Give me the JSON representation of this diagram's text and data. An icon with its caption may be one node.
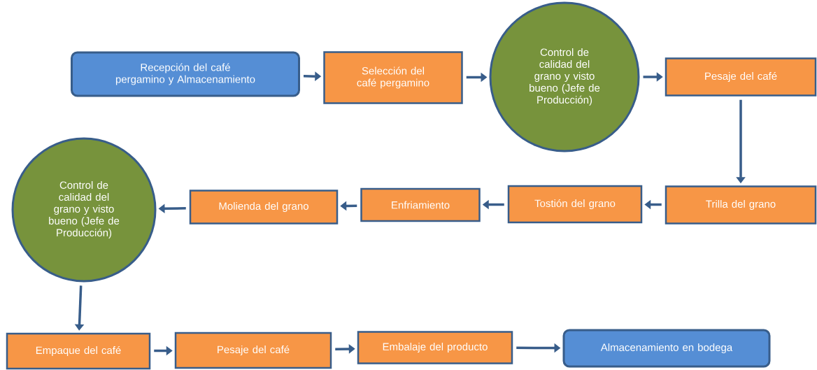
{
  "diagram": {
    "nodes": [
      {
        "text": [
          "Recepción del café pergamino y Almacenamiento"
        ]
      },
      {
        "text": [
          "Selección del café pergamino"
        ]
      },
      {
        "text": [
          "Control de calidad del grano y visto bueno (Jefe de Producción)"
        ]
      },
      {
        "text": [
          "Pesaje del café"
        ]
      },
      {
        "text": [
          "Trilla del grano"
        ]
      },
      {
        "text": [
          "Tostión del grano"
        ]
      },
      {
        "text": [
          "Enfriamiento"
        ]
      },
      {
        "text": [
          "Molienda del grano"
        ]
      },
      {
        "text": [
          "Control de calidad del grano y visto bueno (Jefe de Producción)"
        ]
      },
      {
        "text": [
          "Empaque del café"
        ]
      },
      {
        "text": [
          "Pesaje del café"
        ]
      },
      {
        "text": [
          "Embalaje del producto"
        ]
      },
      {
        "text": [
          "Almacenamiento en bodega"
        ]
      }
    ],
    "edges": [
      {
        "from": 0,
        "to": 1,
        "arrow": "to"
      },
      {
        "from": 1,
        "to": 2,
        "arrow": "to"
      },
      {
        "from": 2,
        "to": 3,
        "arrow": "to"
      },
      {
        "from": 3,
        "to": 4,
        "arrow": "to"
      },
      {
        "from": 4,
        "to": 5,
        "arrow": "to"
      },
      {
        "from": 5,
        "to": 6,
        "arrow": "to"
      },
      {
        "from": 6,
        "to": 7,
        "arrow": "to"
      },
      {
        "from": 7,
        "to": 8,
        "arrow": "to"
      },
      {
        "from": 8,
        "to": 9,
        "arrow": "to"
      },
      {
        "from": 9,
        "to": 10,
        "arrow": "to"
      },
      {
        "from": 10,
        "to": 11,
        "arrow": "to"
      },
      {
        "from": 11,
        "to": 12,
        "arrow": "to"
      }
    ]
  }
}
